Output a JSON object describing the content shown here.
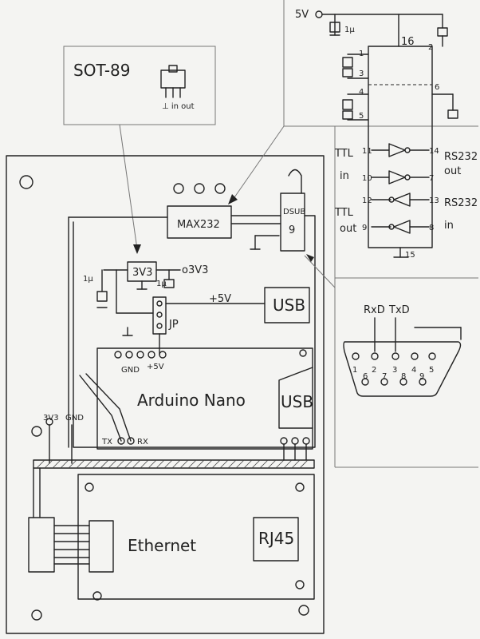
{
  "inset_sot89": {
    "title": "SOT-89",
    "pins": "⊥ in out"
  },
  "main_board": {
    "max232_label": "MAX232",
    "dsub_label": "DSUB",
    "dsub_pins": "9",
    "reg_label": "3V3",
    "reg_out_label": "o3V3",
    "cap_label": "1μ",
    "cap2_label": "1μ",
    "plus5v_label": "+5V",
    "usb_label": "USB",
    "jp_label": "JP",
    "gnd_label": "GND",
    "plus5v_small": "+5V",
    "arduino_label": "Arduino Nano",
    "usb2_label": "USB",
    "tx_label": "TX",
    "rx_label": "RX",
    "v3v3_label": "3V3",
    "gnd2_label": "GND",
    "ethernet_label": "Ethernet",
    "rj45_label": "RJ45"
  },
  "max232_schematic": {
    "supply_label": "5V",
    "cap_label": "1μ",
    "pin16": "16",
    "pin15": "15",
    "pin1": "1",
    "pin2": "2",
    "pin3": "3",
    "pin4": "4",
    "pin5": "5",
    "pin6": "6",
    "pin11": "11",
    "pin10": "10",
    "pin12": "12",
    "pin9": "9",
    "pin14": "14",
    "pin7": "7",
    "pin13": "13",
    "pin8": "8",
    "ttl_in": "TTL\nin",
    "ttl_out": "TTL\nout",
    "rs232_out": "RS232\nout",
    "rs232_in": "RS232\nin"
  },
  "dsub_schematic": {
    "rxd": "RxD",
    "txd": "TxD",
    "pins_top": [
      "1",
      "2",
      "3",
      "4",
      "5"
    ],
    "pins_bottom": [
      "6",
      "7",
      "8",
      "9"
    ]
  }
}
